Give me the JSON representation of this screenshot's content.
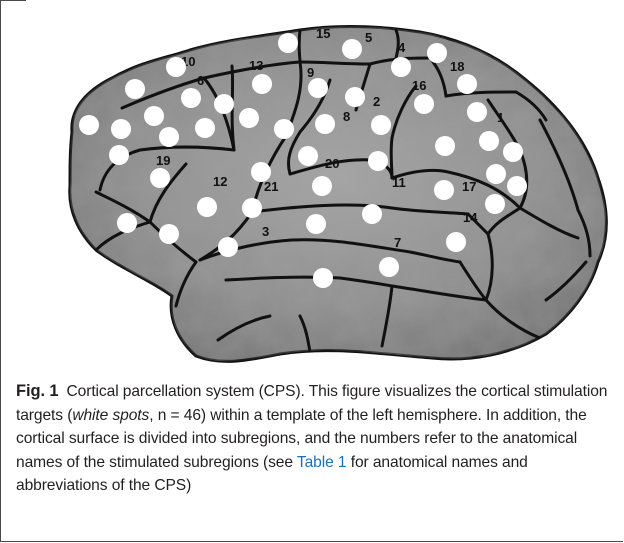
{
  "figure": {
    "regions": [
      {
        "label": "10"
      },
      {
        "label": "15"
      },
      {
        "label": "5"
      },
      {
        "label": "4"
      },
      {
        "label": "18"
      },
      {
        "label": "13"
      },
      {
        "label": "9"
      },
      {
        "label": "6"
      },
      {
        "label": "16"
      },
      {
        "label": "2"
      },
      {
        "label": "8"
      },
      {
        "label": "1"
      },
      {
        "label": "19"
      },
      {
        "label": "20"
      },
      {
        "label": "12"
      },
      {
        "label": "21"
      },
      {
        "label": "11"
      },
      {
        "label": "17"
      },
      {
        "label": "14"
      },
      {
        "label": "3"
      },
      {
        "label": "7"
      }
    ],
    "colors": {
      "brain_fill": "#8e8e8e",
      "boundary": "#111111",
      "spot": "#ffffff",
      "caption_link": "#1a70b6"
    }
  },
  "caption": {
    "fig_label": "Fig. 1",
    "text_1": "Cortical parcellation system (CPS). This figure visualizes the cortical stimulation targets (",
    "text_italic": "white spots",
    "text_2": ", n = 46) within a template of the left hemisphere. In addition, the cortical surface is divided into subregions, and the numbers refer to the anatomical names of the stimulated subregions (see ",
    "table_ref": "Table 1",
    "text_3": " for anatomical names and abbreviations of the CPS)"
  }
}
